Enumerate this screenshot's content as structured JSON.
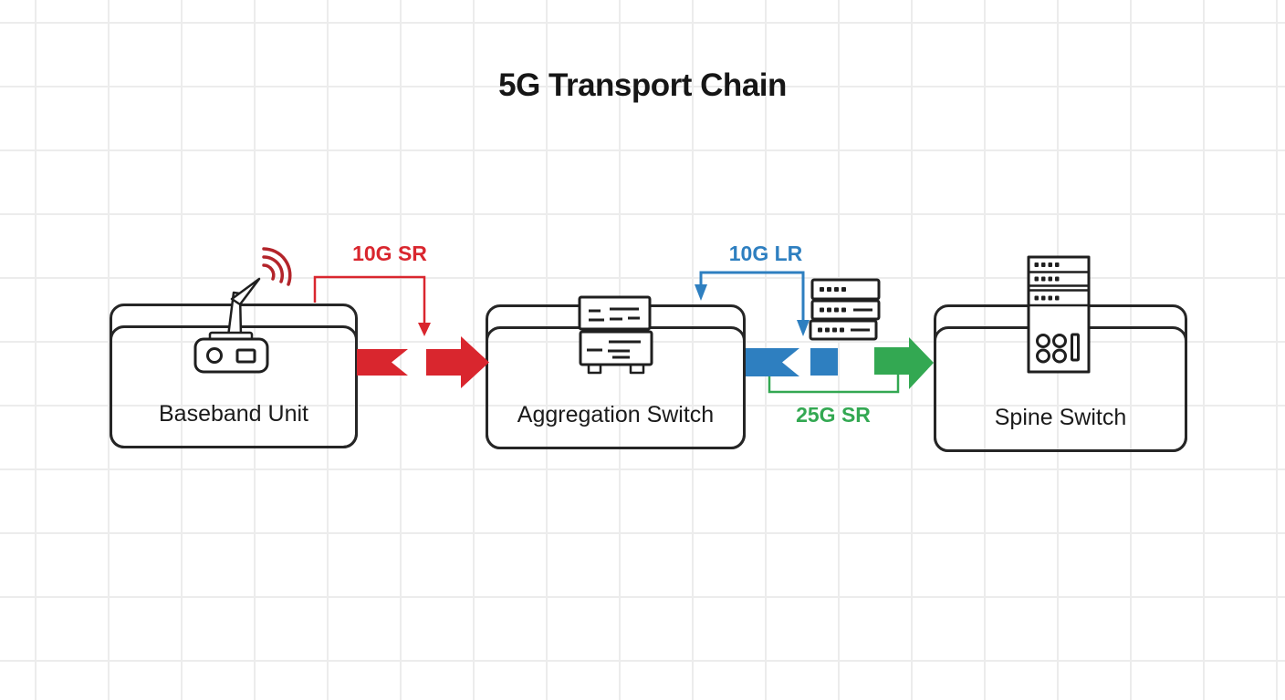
{
  "title": "5G Transport Chain",
  "nodes": [
    {
      "label": "Baseband Unit",
      "icon": "antenna-radio-icon"
    },
    {
      "label": "Aggregation Switch",
      "icon": "switch-stack-icon"
    },
    {
      "label": "Spine Switch",
      "icon": "spine-tower-icon"
    }
  ],
  "links": [
    {
      "label": "10G SR",
      "color": "#d9262e"
    },
    {
      "label": "10G LR",
      "color": "#2e7fc0"
    },
    {
      "label": "25G SR",
      "color": "#33a852"
    }
  ],
  "decorations": [
    {
      "icon": "server-rack-stack-icon"
    },
    {
      "icon": "wifi-signal-arcs-icon"
    }
  ],
  "colors": {
    "red": "#d9262e",
    "dark_red": "#b3242a",
    "blue": "#2e7fc0",
    "green": "#33a852",
    "ink": "#1f1f1f",
    "grid": "#ececec",
    "background": "#ffffff"
  }
}
